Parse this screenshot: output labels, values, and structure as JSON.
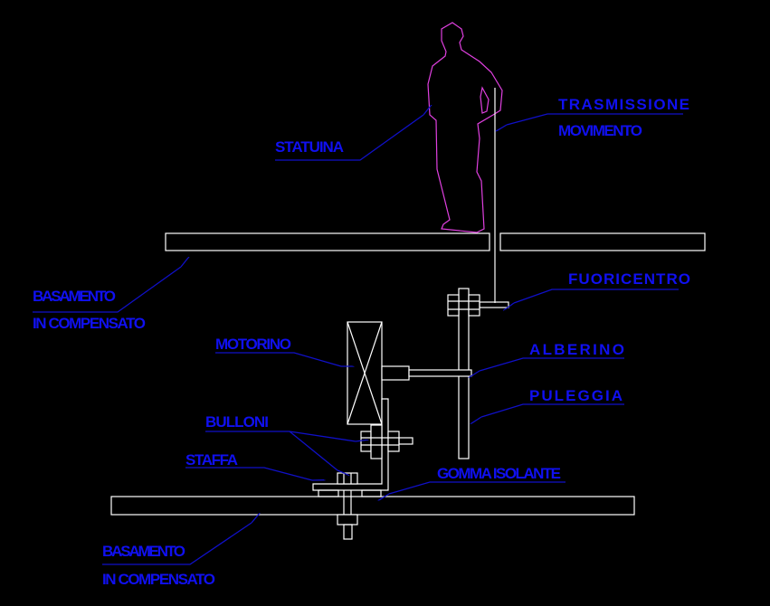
{
  "colors": {
    "background": "#000000",
    "labels": "#1010f0",
    "figure": "#e040e0",
    "parts": "#ffffff"
  },
  "labels": {
    "trasmissione_1": "TRASMISSIONE",
    "trasmissione_2": "MOVIMENTO",
    "statuina": "STATUINA",
    "basamento_top_1": "BASAMENTO",
    "basamento_top_2": "IN COMPENSATO",
    "fuoricentro": "FUORICENTRO",
    "motorino": "MOTORINO",
    "alberino": "ALBERINO",
    "puleggia": "PULEGGIA",
    "bulloni": "BULLONI",
    "staffa": "STAFFA",
    "gomma": "GOMMA ISOLANTE",
    "basamento_bottom_1": "BASAMENTO",
    "basamento_bottom_2": "IN COMPENSATO"
  }
}
